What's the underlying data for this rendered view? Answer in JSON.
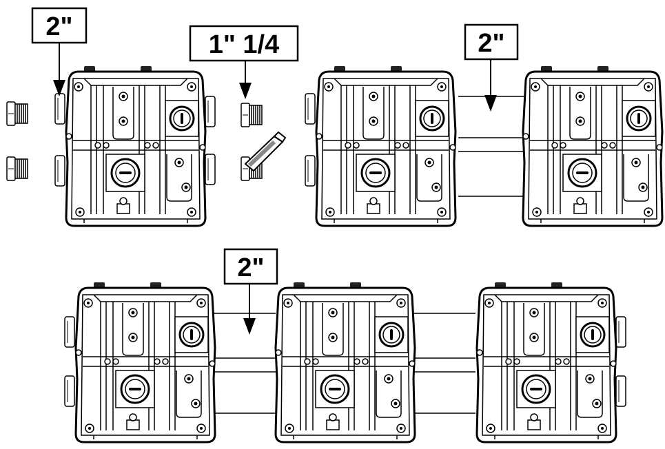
{
  "labels": {
    "top_left": "2\"",
    "top_middle": "1\" 1/4",
    "top_right": "2\"",
    "bottom": "2\""
  },
  "colors": {
    "ink": "#000000",
    "paper": "#ffffff",
    "shade": "#e6e6e6"
  }
}
